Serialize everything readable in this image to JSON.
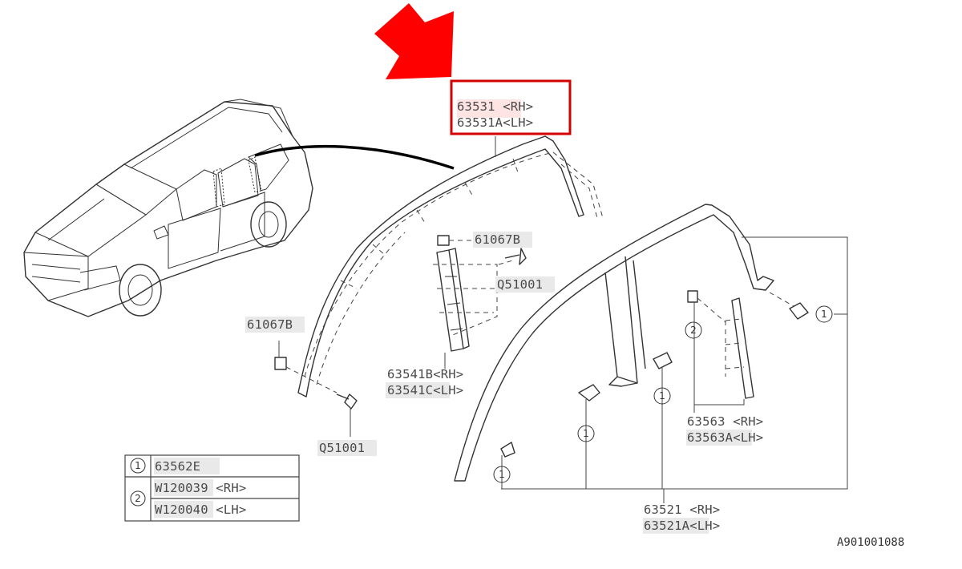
{
  "colors": {
    "arrow": "#ff0000",
    "highlight_box": "#d40000",
    "line": "#333333"
  },
  "callouts": {
    "main_part_rh": "63531 <RH>",
    "main_part_lh": "63531A<LH>",
    "clip_upper": "61067B",
    "bolt_upper": "Q51001",
    "clip_left": "61067B",
    "bolt_lower": "Q51001",
    "pillar_rh": "63541B<RH>",
    "pillar_lh": "63541C<LH>",
    "rear_rh": "63563 <RH>",
    "rear_lh": "63563A<LH>",
    "weatherstrip_rh": "63521 <RH>",
    "weatherstrip_lh": "63521A<LH>",
    "ref_1": "1",
    "ref_2": "2"
  },
  "legend_table": {
    "rows": [
      {
        "ref": "1",
        "part": "63562E"
      },
      {
        "ref": "2",
        "part": "W120039 <RH>"
      },
      {
        "ref": "",
        "part": "W120040 <LH>"
      }
    ]
  },
  "diagram_id": "A901001088",
  "icons": {
    "pointer": "red-arrow-icon",
    "vehicle": "suv-vehicle-icon"
  }
}
